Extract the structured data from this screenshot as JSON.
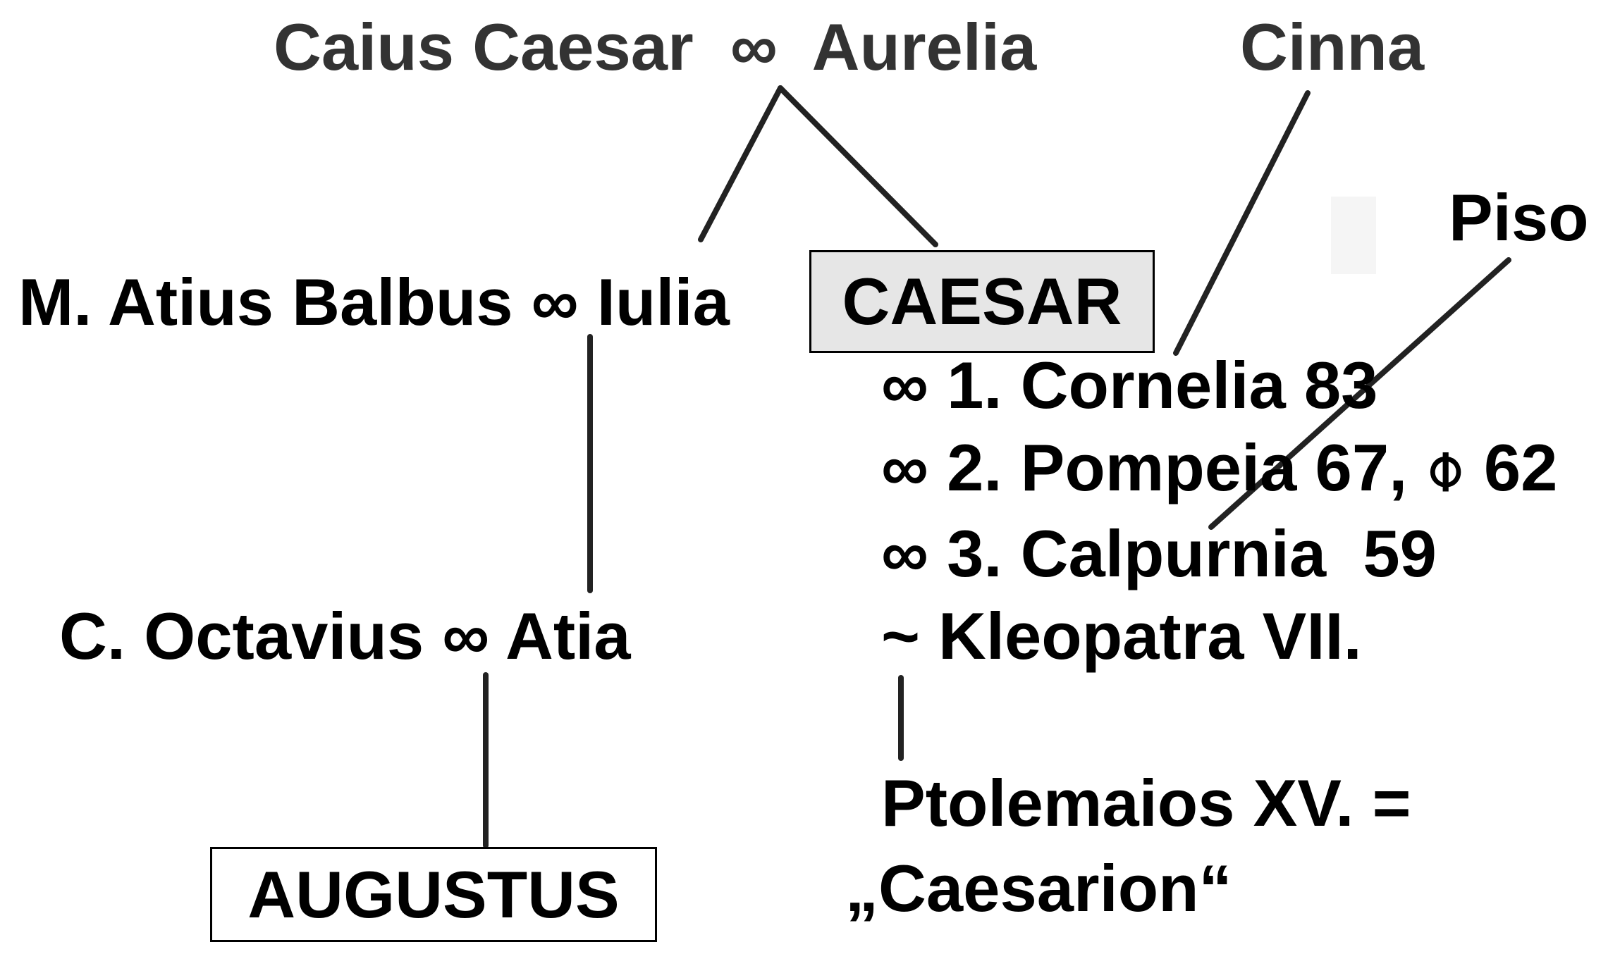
{
  "top": {
    "parents": "Caius Caesar  ∞  Aurelia",
    "cinna": "Cinna",
    "piso": "Piso"
  },
  "left": {
    "balbus_iulia": "M. Atius Balbus ∞ Iulia",
    "octavius_atia": "C. Octavius ∞ Atia",
    "augustus": "AUGUSTUS"
  },
  "caesar": {
    "label": "CAESAR",
    "box_color": "#e6e6e6"
  },
  "marriages": [
    "∞ 1. Cornelia 83",
    "∞ 2. Pompeia 67, ⌽ 62",
    "∞ 3. Calpurnia  59",
    "~ Kleopatra VII."
  ],
  "child": {
    "line1": "Ptolemaios XV. =",
    "line2": "„Caesarion“"
  }
}
